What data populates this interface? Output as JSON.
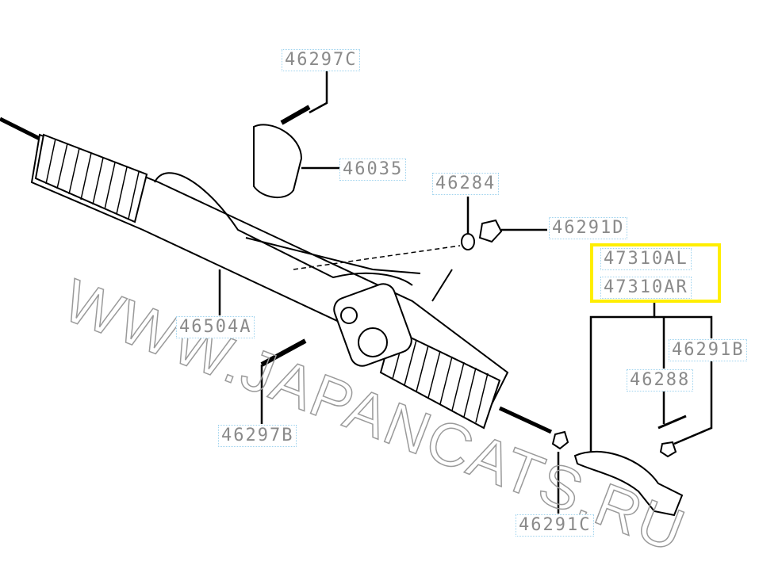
{
  "watermark": "WWW.JAPANCATS.RU",
  "highlight_color": "#ffee00",
  "labels": {
    "p46297C": "46297C",
    "p46035": "46035",
    "p46284": "46284",
    "p46291D": "46291D",
    "p47310AL": "47310AL",
    "p47310AR": "47310AR",
    "p46291B": "46291B",
    "p46288": "46288",
    "p46504A": "46504A",
    "p46297B": "46297B",
    "p46291C": "46291C"
  }
}
